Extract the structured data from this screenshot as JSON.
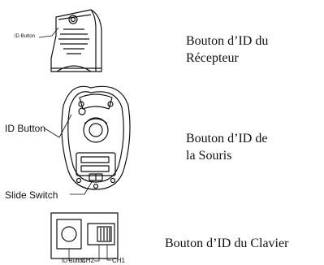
{
  "receiver": {
    "callout": "ID Button",
    "caption_line1": "Bouton d’ID du",
    "caption_line2": "Récepteur"
  },
  "mouse": {
    "id_callout": "ID Button",
    "switch_callout": "Slide Switch",
    "caption_line1": "Bouton d’ID de",
    "caption_line2": "la Souris"
  },
  "keyboard": {
    "id_callout": "ID Button",
    "ch2_label": "CH2",
    "ch1_label": "CH1",
    "caption": "Bouton d’ID du Clavier"
  },
  "colors": {
    "ink": "#111111",
    "paper": "#ffffff"
  }
}
